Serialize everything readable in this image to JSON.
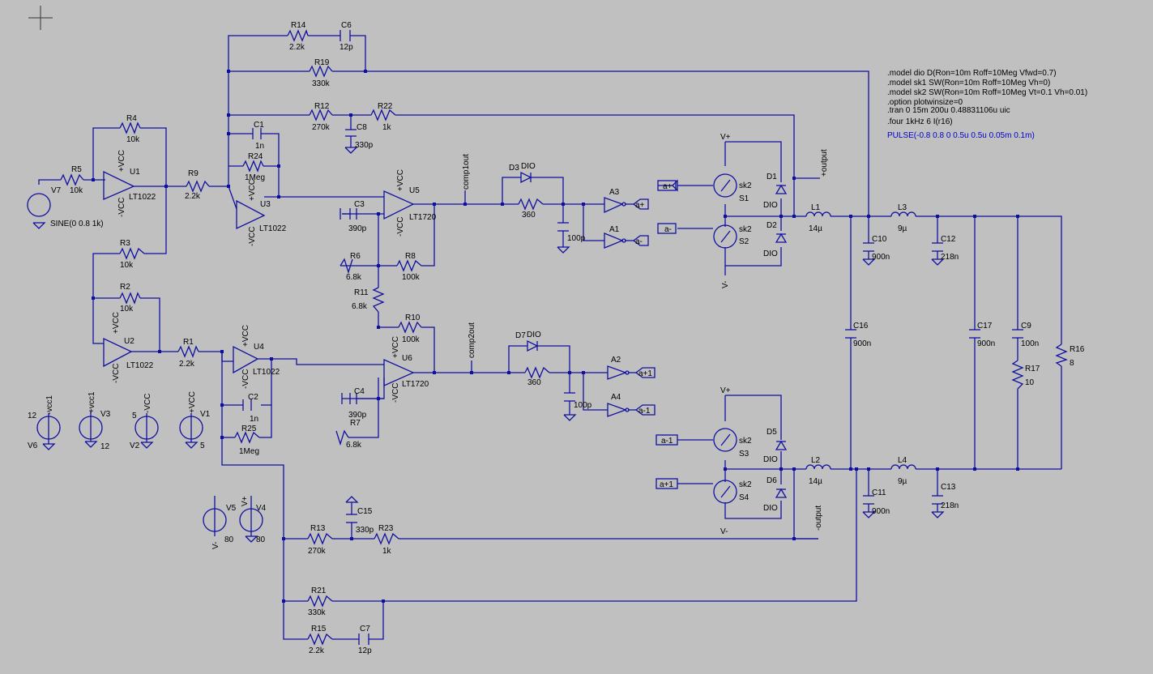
{
  "crosshair": "crosshair-icon",
  "directives": [
    {
      "text": ".model dio D(Ron=10m Roff=10Meg Vfwd=0.7)",
      "color": "#000000"
    },
    {
      "text": ".model sk1 SW(Ron=10m Roff=10Meg Vh=0)",
      "color": "#000000"
    },
    {
      "text": ".model sk2 SW(Ron=10m Roff=10Meg Vt=0.1 Vh=0.01)",
      "color": "#000000"
    },
    {
      "text": ".option plotwinsize=0",
      "color": "#000000"
    },
    {
      "text": ".tran 0 15m 200u 0.48831106u uic",
      "color": "#000000"
    },
    {
      "text": ".four 1kHz 6  I(r16)",
      "color": "#000000"
    },
    {
      "text": "PULSE(-0.8 0.8 0 0.5u 0.5u 0.05m 0.1m)",
      "color": "#0000cc"
    }
  ],
  "labels": {
    "R14": "R14",
    "R14v": "2.2k",
    "C6": "C6",
    "C6v": "12p",
    "R19": "R19",
    "R19v": "330k",
    "R12": "R12",
    "R12v": "270k",
    "R22": "R22",
    "R22v": "1k",
    "C8": "C8",
    "C8v": "330p",
    "C1": "C1",
    "C1v": "1n",
    "R24": "R24",
    "R24v": "1Meg",
    "R4": "R4",
    "R4v": "10k",
    "R5": "R5",
    "R5v": "10k",
    "V7": "V7",
    "V7v": "SINE(0 0.8 1k)",
    "U1": "U1",
    "U1m": "LT1022",
    "R9": "R9",
    "R9v": "2.2k",
    "U3": "U3",
    "U3m": "LT1022",
    "R3": "R3",
    "R3v": "10k",
    "R2": "R2",
    "R2v": "10k",
    "U2": "U2",
    "U2m": "LT1022",
    "R1": "R1",
    "R1v": "2.2k",
    "U4": "U4",
    "U4m": "LT1022",
    "C2": "C2",
    "C2v": "1n",
    "R25": "R25",
    "R25v": "1Meg",
    "U5": "U5",
    "U5m": "LT1720",
    "U6": "U6",
    "U6m": "LT1720",
    "C3": "C3",
    "C3v": "390p",
    "R6": "R6",
    "R6v": "6.8k",
    "R8": "R8",
    "R8v": "100k",
    "R11": "R11",
    "R11v": "6.8k",
    "R10": "R10",
    "R10v": "100k",
    "C4": "C4",
    "C4v": "390p",
    "R7": "R7",
    "R7v": "6.8k",
    "comp1out": "comp1out",
    "comp2out": "comp2out",
    "D3": "D3",
    "D3m": "DIO",
    "D7": "D7",
    "D7m": "DIO",
    "R360a": "360",
    "R360b": "360",
    "C100a": "100p",
    "C100b": "100p",
    "A1": "A1",
    "A2": "A2",
    "A3": "A3",
    "A4": "A4",
    "ap": "a+",
    "am": "a-",
    "ap1": "a+1",
    "am1": "a-1",
    "S1": "S1",
    "S2": "S2",
    "S3": "S3",
    "S4": "S4",
    "sk2": "sk2",
    "D1": "D1",
    "D2": "D2",
    "D5": "D5",
    "D6": "D6",
    "DIO": "DIO",
    "Vp": "V+",
    "Vm": "V-",
    "L1": "L1",
    "L1v": "14µ",
    "L2": "L2",
    "L2v": "14µ",
    "L3": "L3",
    "L3v": "9µ",
    "L4": "L4",
    "L4v": "9µ",
    "C10": "C10",
    "C10v": "900n",
    "C11": "C11",
    "C11v": "900n",
    "C12": "C12",
    "C12v": "218n",
    "C13": "C13",
    "C13v": "218n",
    "C16": "C16",
    "C16v": "900n",
    "C17": "C17",
    "C17v": "900n",
    "C9": "C9",
    "C9v": "100n",
    "R17": "R17",
    "R17v": "10",
    "R16": "R16",
    "R16v": "8",
    "pout": "+output",
    "mout": "-output",
    "R13": "R13",
    "R13v": "270k",
    "C15": "C15",
    "C15v": "330p",
    "R23": "R23",
    "R23v": "1k",
    "R21": "R21",
    "R21v": "330k",
    "R15": "R15",
    "R15v": "2.2k",
    "C7": "C7",
    "C7v": "12p",
    "vcc1m": "-vcc1",
    "vcc1p": "+vcc1",
    "vccm": "-VCC",
    "vccp": "+VCC",
    "V6": "V6",
    "V3": "V3",
    "V2": "V2",
    "V1": "V1",
    "V5": "V5",
    "V4": "V4",
    "n12": "12",
    "n5": "5",
    "n80": "80",
    "vm": "V-",
    "vp": "V+",
    "pVCC": "+VCC",
    "mVCC": "-VCC"
  }
}
